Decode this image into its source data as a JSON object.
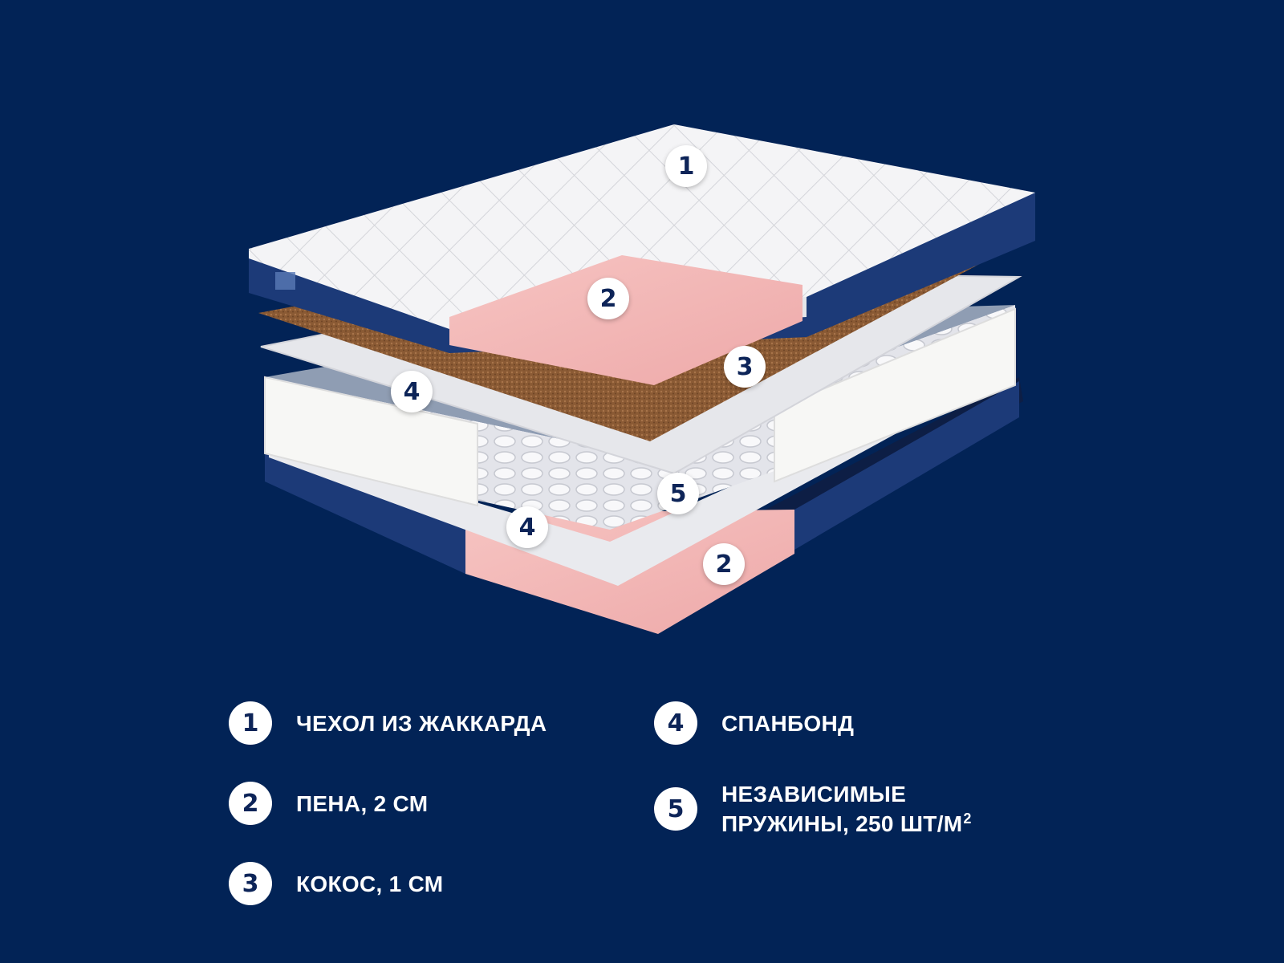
{
  "colors": {
    "background": "#022356",
    "cover_fabric": "#f4f4f6",
    "cover_side": "#1c3a78",
    "foam_pink": "#f3b8b8",
    "coconut": "#8a5a34",
    "spunbond": "#ececee",
    "spring_block": "#f7f7f5",
    "marker_text": "#0d2458"
  },
  "markers": [
    "1",
    "2",
    "3",
    "4",
    "5",
    "4",
    "2"
  ],
  "legend": [
    {
      "num": "1",
      "text": "ЧЕХОЛ ИЗ ЖАККАРДА"
    },
    {
      "num": "2",
      "text": "ПЕНА, 2 СМ"
    },
    {
      "num": "3",
      "text": "КОКОС, 1 СМ"
    },
    {
      "num": "4",
      "text": "СПАНБОНД"
    },
    {
      "num": "5",
      "line1": "НЕЗАВИСИМЫЕ",
      "line2": "ПРУЖИНЫ, 250 ШТ/М",
      "sup": "2"
    }
  ]
}
